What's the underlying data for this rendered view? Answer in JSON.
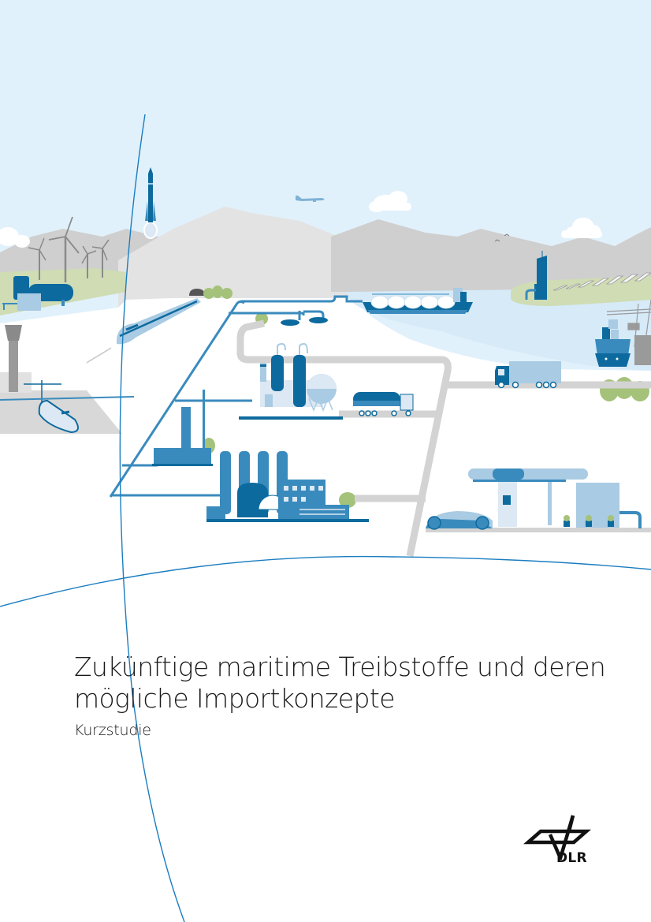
{
  "document": {
    "title_line_1": "Zukünftige maritime Treibstoffe und deren",
    "title_line_2": "mögliche Importkonzepte",
    "subtitle": "Kurzstudie"
  },
  "logo": {
    "text": "DLR",
    "icon": "dlr-logo-icon"
  },
  "illustration": {
    "elements": [
      "rocket-icon",
      "airplane-sky-icon",
      "clouds",
      "mountains",
      "wind-turbines",
      "electrolyzer-tank",
      "airport-tower",
      "airport-airplane",
      "high-speed-train",
      "tunnel",
      "pipelines",
      "lng-tanker-ship",
      "tower-building",
      "solar-panels",
      "container-ship",
      "harbor-crane",
      "truck",
      "tanker-truck",
      "refinery",
      "storage-sphere",
      "chemical-plant",
      "power-plant",
      "fuel-station",
      "electric-car",
      "trees",
      "roads"
    ]
  },
  "colors": {
    "sky": "#e1f1fb",
    "mountain_dark": "#cfcfcf",
    "mountain_light": "#e2e2e2",
    "grass": "#cfdcb4",
    "water": "#d6eaf8",
    "blue_dark": "#0d6a9e",
    "blue_mid": "#3a8bbd",
    "blue_light": "#a9cbe3",
    "road": "#d3d3d3",
    "tree": "#a5c27a",
    "curve_line": "#1a7dc0",
    "text": "#1a1a1a"
  }
}
